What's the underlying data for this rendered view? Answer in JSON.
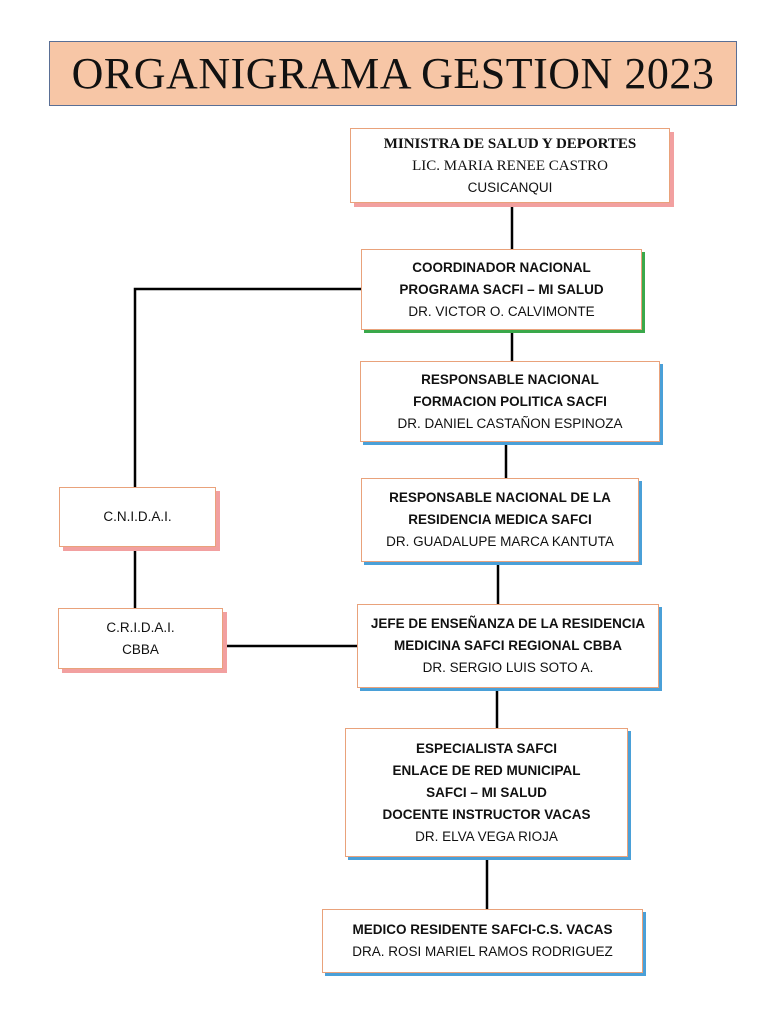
{
  "title": "ORGANIGRAMA GESTION 2023",
  "nodes": {
    "ministra": {
      "role": "MINISTRA DE SALUD Y DEPORTES",
      "name_line1": "LIC. MARIA RENEE CASTRO",
      "name_line2": "CUSICANQUI"
    },
    "coordinador": {
      "role_line1": "COORDINADOR NACIONAL",
      "role_line2": "PROGRAMA SACFI – MI SALUD",
      "name": "DR. VICTOR O. CALVIMONTE"
    },
    "formacion": {
      "role_line1": "RESPONSABLE NACIONAL",
      "role_line2": "FORMACION POLITICA SACFI",
      "name": "DR. DANIEL CASTAÑON ESPINOZA"
    },
    "residencia": {
      "role_line1": "RESPONSABLE NACIONAL DE LA",
      "role_line2": "RESIDENCIA MEDICA SAFCI",
      "name": "DR. GUADALUPE MARCA KANTUTA"
    },
    "jefe": {
      "role_line1": "JEFE DE ENSEÑANZA DE LA RESIDENCIA",
      "role_line2": "MEDICINA SAFCI REGIONAL CBBA",
      "name": "DR. SERGIO LUIS SOTO A."
    },
    "especialista": {
      "role_line1": "ESPECIALISTA SAFCI",
      "role_line2": "ENLACE DE RED MUNICIPAL",
      "role_line3": "SAFCI – MI SALUD",
      "role_line4": "DOCENTE INSTRUCTOR VACAS",
      "name": "DR. ELVA VEGA RIOJA"
    },
    "medico": {
      "role": "MEDICO RESIDENTE SAFCI-C.S. VACAS",
      "name": "DRA. ROSI MARIEL RAMOS RODRIGUEZ"
    },
    "cnidai": {
      "label": "C.N.I.D.A.I."
    },
    "cridai": {
      "label_line1": "C.R.I.D.A.I.",
      "label_line2": "CBBA"
    }
  },
  "colors": {
    "title_bg": "#f7c6a6",
    "box_border": "#e9a27b",
    "shadow_red": "#f2a0a0",
    "shadow_green": "#3aa84a",
    "shadow_blue": "#4aa0d8"
  }
}
